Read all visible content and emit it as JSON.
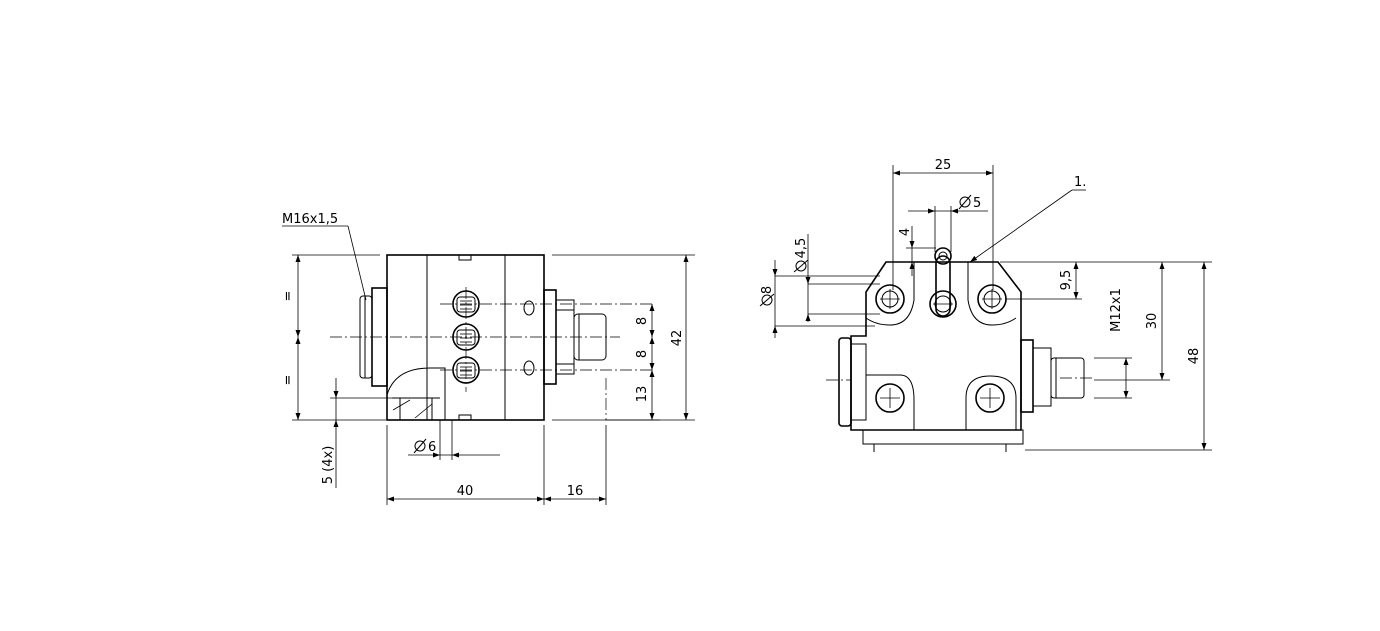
{
  "front_view": {
    "thread_label": "M16x1,5",
    "equal_top": "=",
    "equal_bottom": "=",
    "dim_width": "40",
    "dim_plug": "16",
    "dim_height": "42",
    "dim_pitch_1": "8",
    "dim_pitch_2": "8",
    "dim_bottom": "13",
    "dim_hole": "6",
    "dim_holes_count": "5 (4x)"
  },
  "side_view": {
    "dim_top_width": "25",
    "callout_1": "1.",
    "dim_roller": "5",
    "dim_roller_offset": "4",
    "dim_hole_small": "4,5",
    "dim_hole_large": "8",
    "dim_9_5": "9,5",
    "dim_30": "30",
    "dim_48": "48",
    "connector_thread": "M12x1"
  }
}
